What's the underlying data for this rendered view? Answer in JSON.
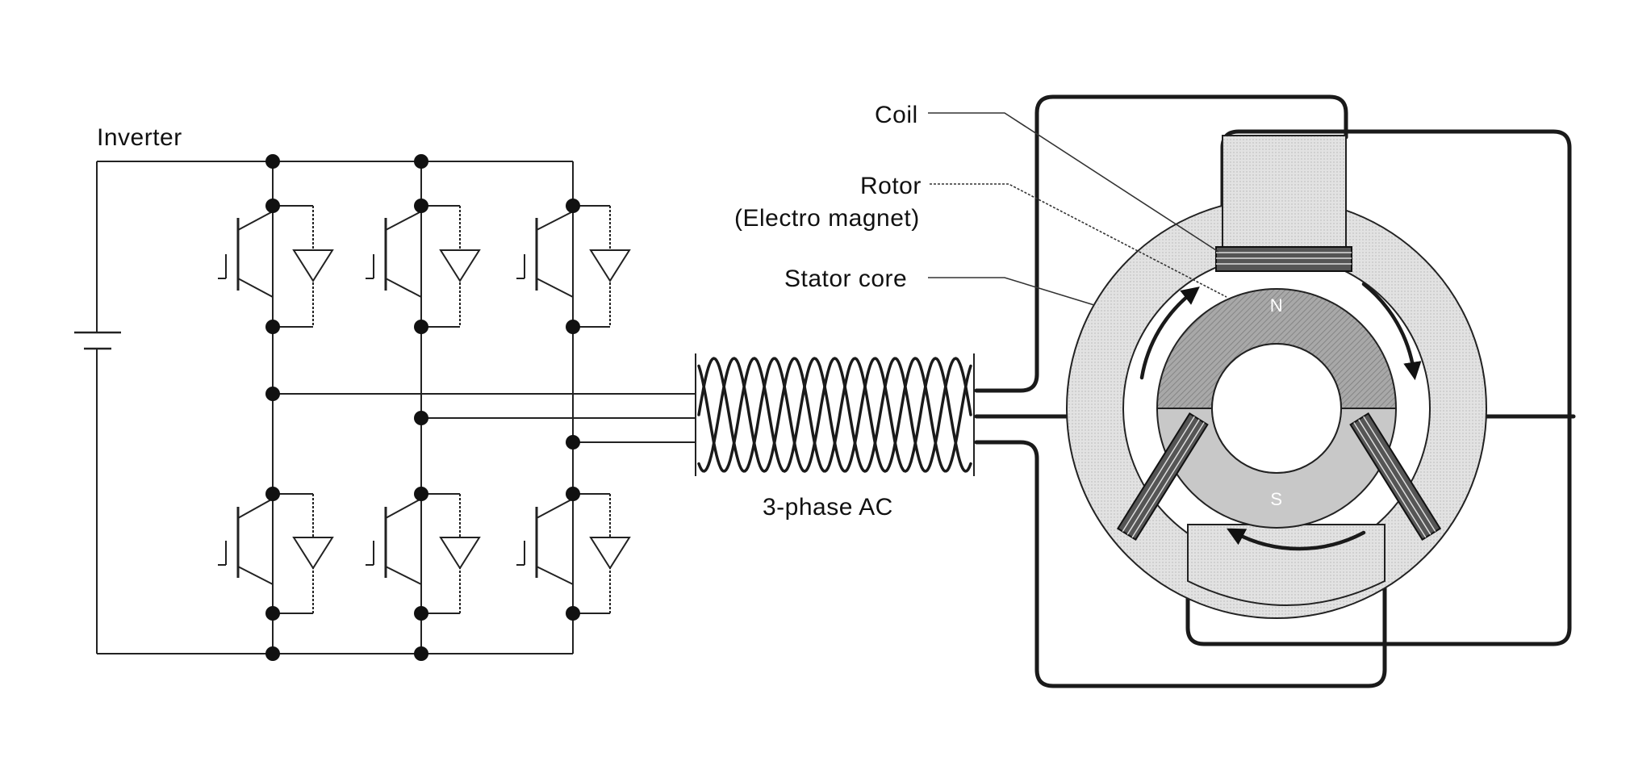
{
  "labels": {
    "inverter": "Inverter",
    "coil": "Coil",
    "rotor": "Rotor",
    "rotor_sub": "(Electro magnet)",
    "stator": "Stator core",
    "ac": "3-phase AC",
    "north": "N",
    "south": "S"
  },
  "colors": {
    "line": "#1a1a1a",
    "stator_fill": "#dcdcdc",
    "rotor_fill": "#9e9e9e",
    "coil_fill": "#555555",
    "background": "#ffffff"
  }
}
